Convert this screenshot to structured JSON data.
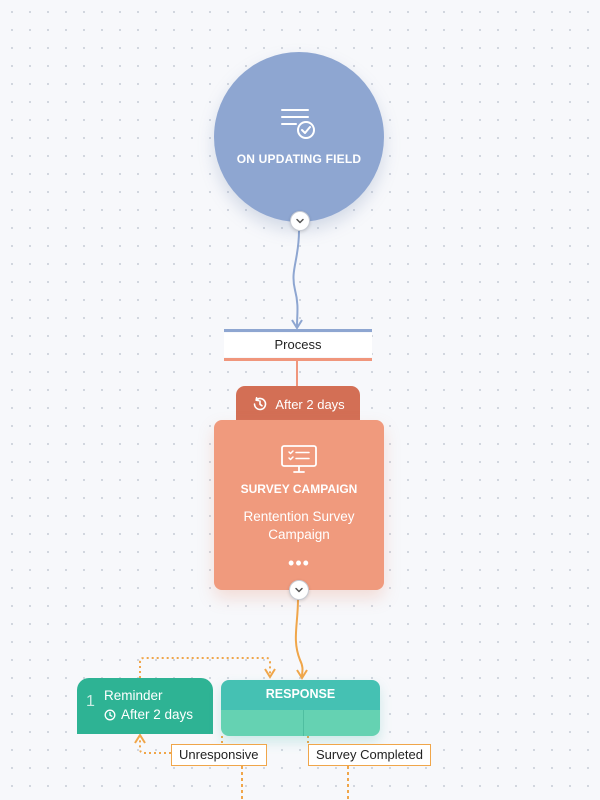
{
  "trigger": {
    "label": "ON UPDATING FIELD",
    "icon": "filter-check-icon",
    "color": "#8ea6d1"
  },
  "process": {
    "label": "Process"
  },
  "survey": {
    "delay": "After 2 days",
    "title": "SURVEY CAMPAIGN",
    "name": "Rentention Survey Campaign",
    "more": "•••",
    "icon": "monitor-checklist-icon",
    "color": "#f09a7d",
    "tab_color": "#d36f55"
  },
  "reminder": {
    "number": "1",
    "title": "Reminder",
    "delay": "After 2 days",
    "color": "#2eb394"
  },
  "response": {
    "title": "RESPONSE",
    "color": "#45c1b3",
    "branches": [
      {
        "label": "Unresponsive"
      },
      {
        "label": "Survey Completed"
      }
    ]
  },
  "connector_colors": {
    "trigger": "#8ea6d1",
    "process": "#f0967c",
    "response": "#f0a64a"
  }
}
